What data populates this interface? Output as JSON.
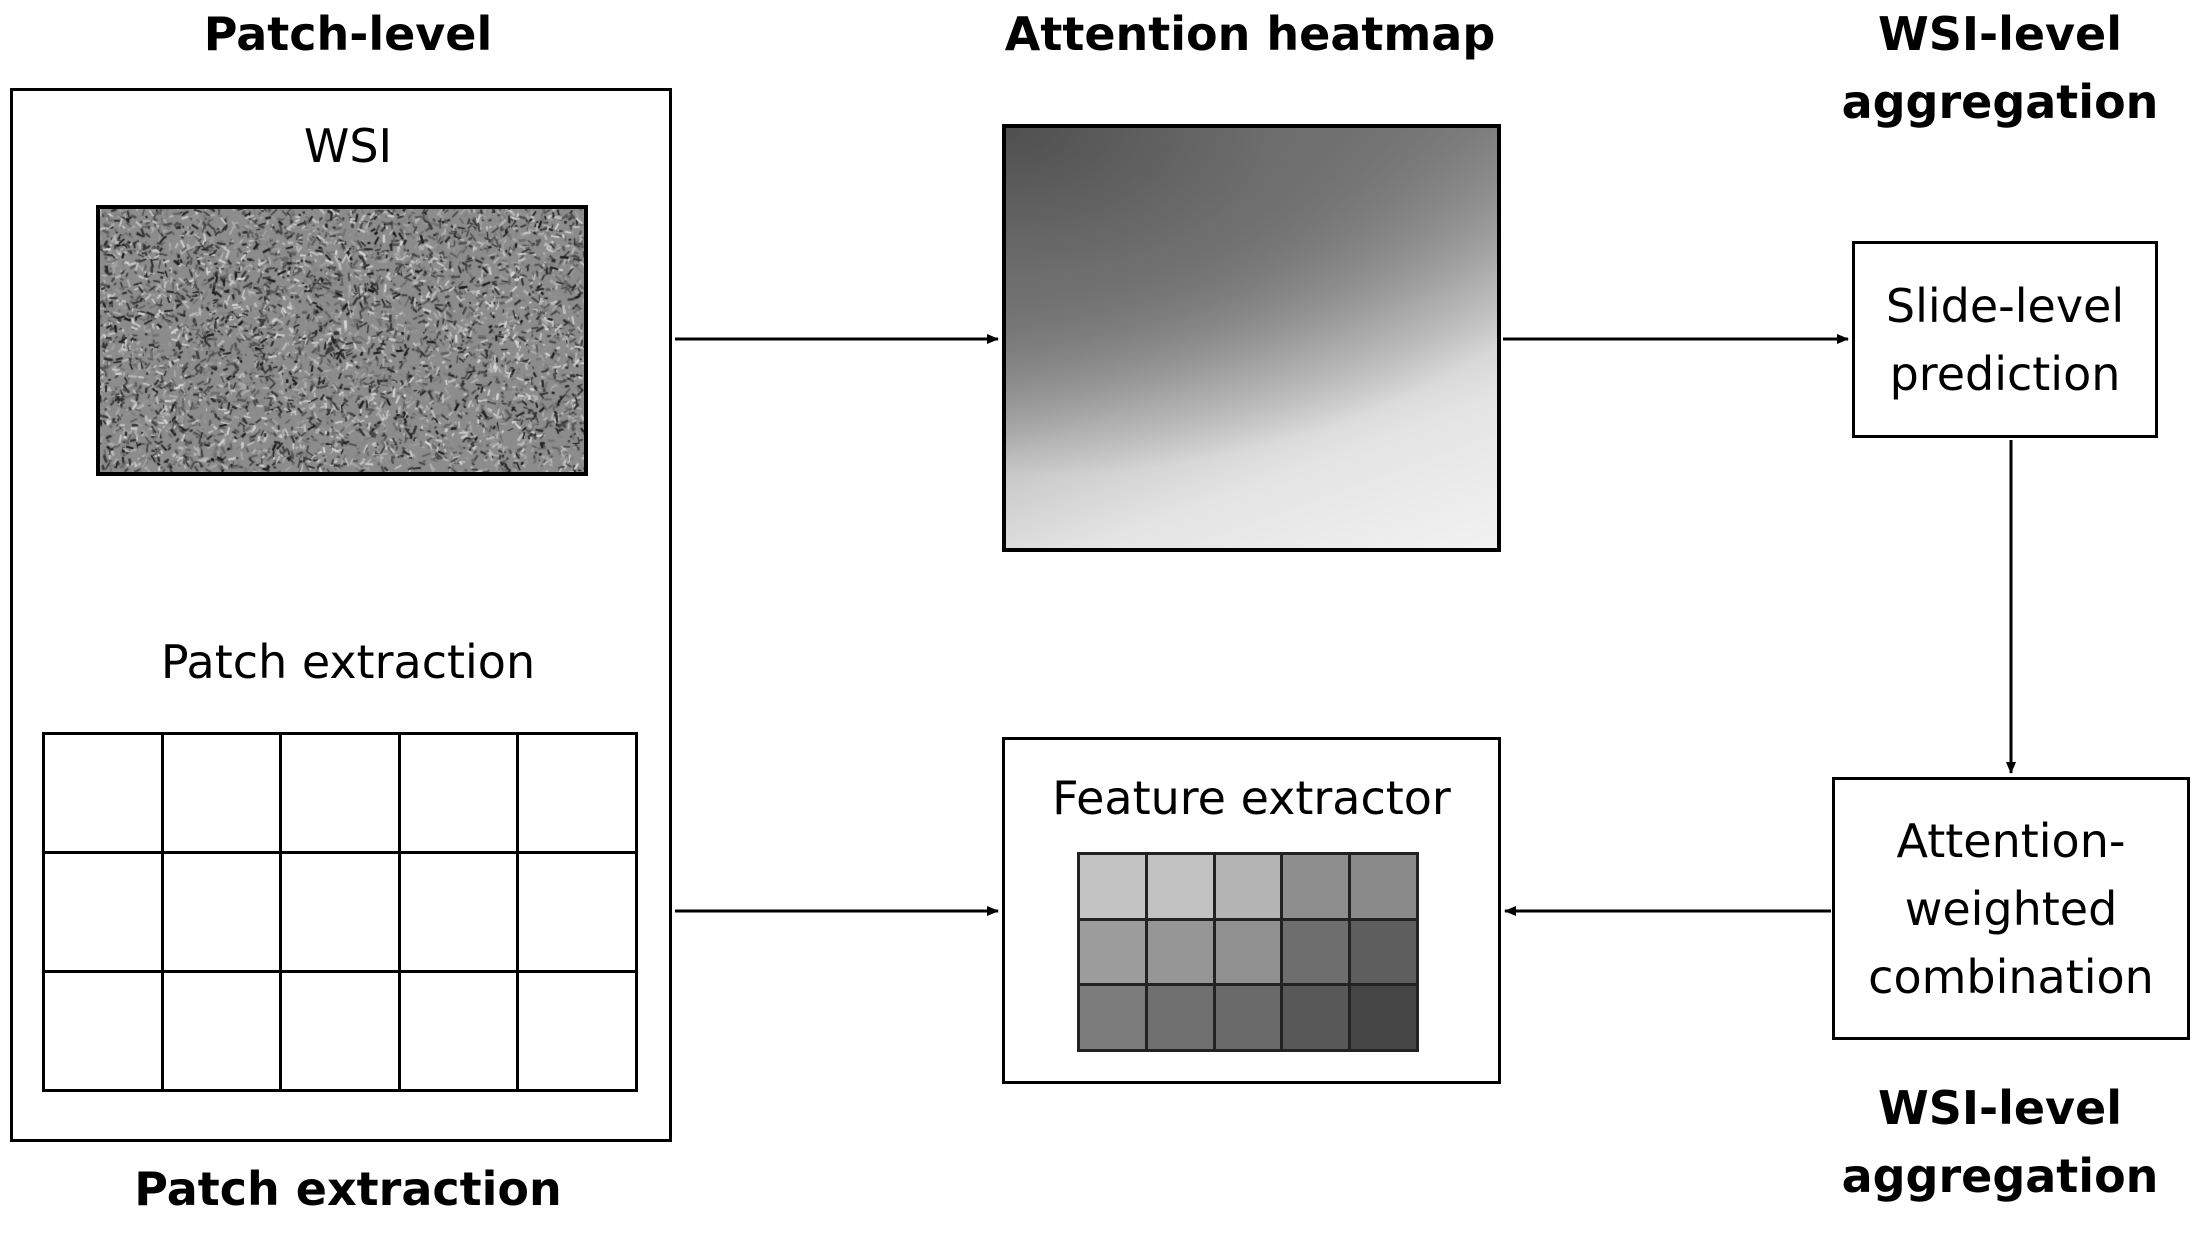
{
  "headers": {
    "patch_level": "Patch-level",
    "attention_heatmap": "Attention heatmap",
    "wsi_level_top_line1": "WSI-level",
    "wsi_level_top_line2": "aggregation",
    "patch_extraction_bottom": "Patch extraction",
    "wsi_level_bottom_line1": "WSI-level",
    "wsi_level_bottom_line2": "aggregation"
  },
  "left_panel": {
    "wsi_label": "WSI",
    "patch_extraction_label": "Patch extraction",
    "grid": {
      "rows": 3,
      "cols": 5
    }
  },
  "boxes": {
    "slide_level_line1": "Slide-level",
    "slide_level_line2": "prediction",
    "attention_line1": "Attention-",
    "attention_line2": "weighted",
    "attention_line3": "combination",
    "feature_extractor": "Feature extractor"
  },
  "feature_grid": {
    "rows": 3,
    "cols": 5,
    "shades": [
      [
        "#c4c4c4",
        "#c2c2c2",
        "#b4b4b4",
        "#8e8e8e",
        "#8a8a8a"
      ],
      [
        "#9c9c9c",
        "#969696",
        "#909090",
        "#6e6e6e",
        "#5e5e5e"
      ],
      [
        "#7c7c7c",
        "#707070",
        "#6a6a6a",
        "#585858",
        "#464646"
      ]
    ]
  }
}
